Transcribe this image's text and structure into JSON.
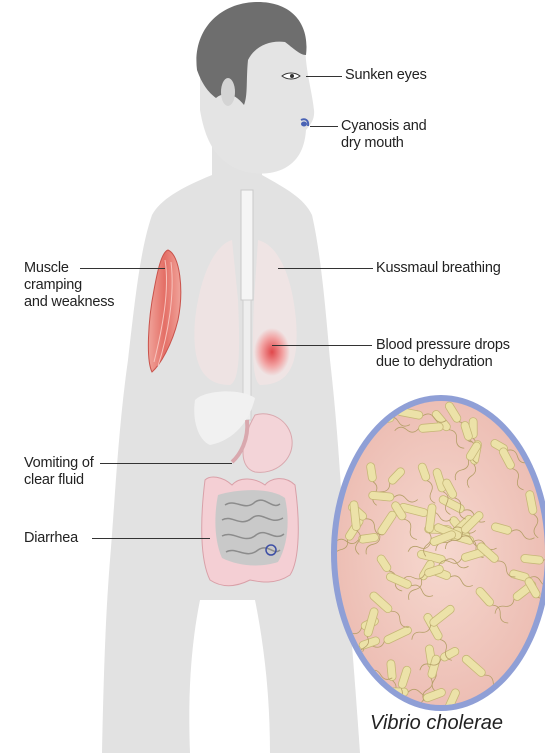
{
  "labels": {
    "sunken_eyes": "Sunken eyes",
    "cyanosis": "Cyanosis and\ndry mouth",
    "kussmaul": "Kussmaul breathing",
    "blood_pressure": "Blood pressure drops\ndue to dehydration",
    "muscle": "Muscle\ncramping\nand weakness",
    "vomiting": "Vomiting of\nclear fluid",
    "diarrhea": "Diarrhea"
  },
  "caption": "Vibrio cholerae",
  "colors": {
    "body": "#e3e3e3",
    "hair": "#6b6b6b",
    "muscle": "#e8837a",
    "lungs": "#f1e2e2",
    "intestine": "#f5cfd3",
    "circle_border": "#8f9fd6",
    "circle_fill": "#f1c9c0",
    "bacteria": "#ece2a8"
  }
}
